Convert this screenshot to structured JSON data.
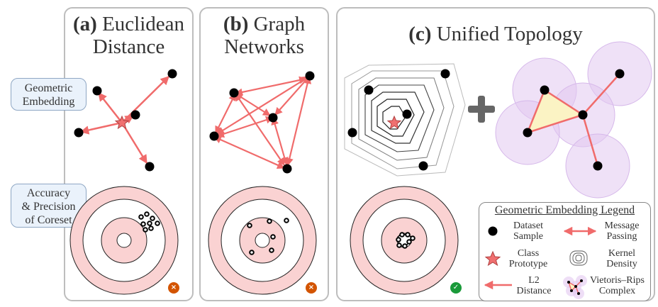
{
  "panels": {
    "a": {
      "label": "(a)",
      "title_line1": "Euclidean",
      "title_line2": "Distance"
    },
    "b": {
      "label": "(b)",
      "title_line1": "Graph",
      "title_line2": "Networks"
    },
    "c": {
      "label": "(c)",
      "title": "Unified Topology"
    }
  },
  "side_labels": {
    "geometric_line1": "Geometric",
    "geometric_line2": "Embedding",
    "accuracy_line1": "Accuracy",
    "accuracy_line2": "& Precision",
    "accuracy_line3": "of Coreset"
  },
  "plus_symbol": "+",
  "badges": {
    "a": {
      "symbol": "×",
      "color": "#d35400"
    },
    "b": {
      "symbol": "×",
      "color": "#d35400"
    },
    "c": {
      "symbol": "✓",
      "color": "#1a9a3a"
    }
  },
  "legend": {
    "title": "Geometric Embedding Legend",
    "items": {
      "dataset_sample": {
        "line1": "Dataset",
        "line2": "Sample"
      },
      "message_passing": {
        "line1": "Message",
        "line2": "Passing"
      },
      "class_prototype": {
        "line1": "Class",
        "line2": "Prototype"
      },
      "kernel_density": {
        "line1": "Kernel",
        "line2": "Density"
      },
      "l2_distance": {
        "line1": "L2",
        "line2": "Distance"
      },
      "vietoris_rips": {
        "line1": "Vietoris–Rips",
        "line2": "Complex"
      }
    }
  },
  "colors": {
    "arrow": "#f06b6b",
    "star": "#f07070",
    "target_ring": "#fad2d2",
    "simplex_fill": "#fbf3c4",
    "ball_fill": "#e2c8f0",
    "border": "#bdbdbd"
  }
}
